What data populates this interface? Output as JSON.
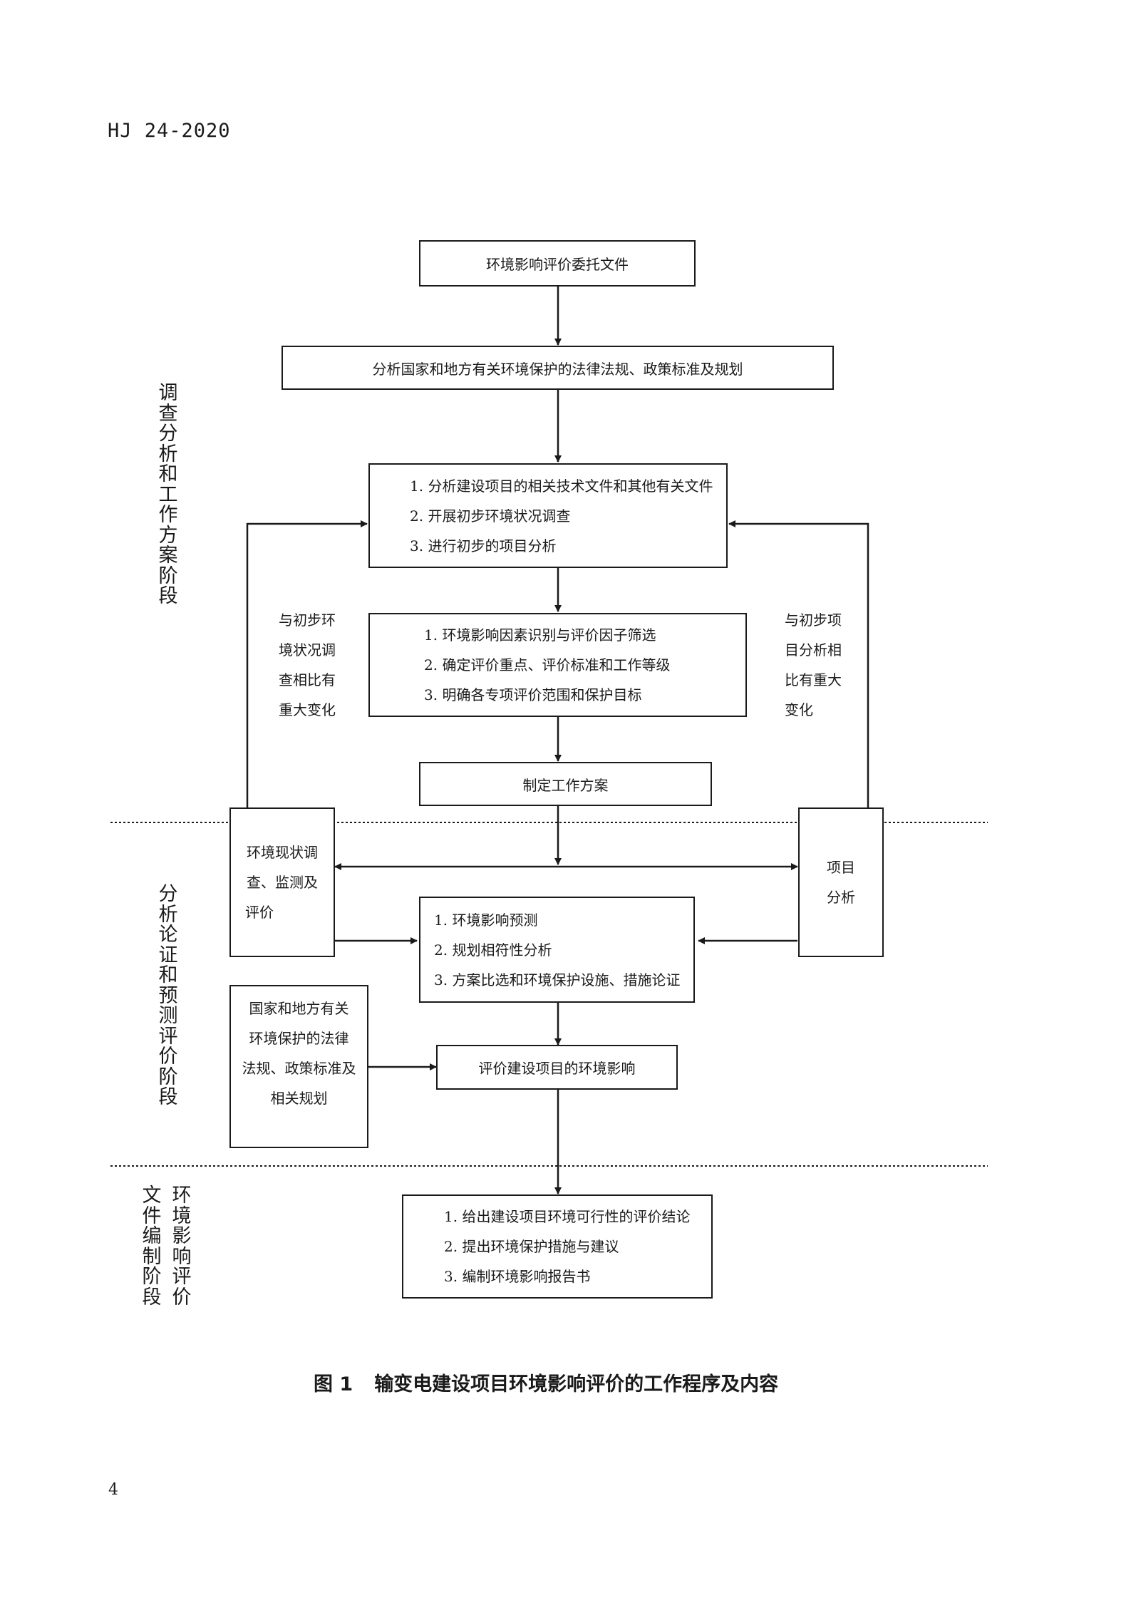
{
  "header": {
    "doc_code": "HJ 24-2020"
  },
  "page_number": "4",
  "stages": {
    "stage1": "调查分析和工作方案阶段",
    "stage2": "分析论证和预测评价阶段",
    "stage3_col_left": "文件编制阶段",
    "stage3_col_right": "环境影响评价"
  },
  "boxes": {
    "commission": "环境影响评价委托文件",
    "regulations": "分析国家和地方有关环境保护的法律法规、政策标准及规划",
    "analysis": [
      "1. 分析建设项目的相关技术文件和其他有关文件",
      "2. 开展初步环境状况调查",
      "3. 进行初步的项目分析"
    ],
    "screening": [
      "1. 环境影响因素识别与评价因子筛选",
      "2. 确定评价重点、评价标准和工作等级",
      "3. 明确各专项评价范围和保护目标"
    ],
    "work_plan": "制定工作方案",
    "env_survey": [
      "环境现状调",
      "查、监测及",
      "评价"
    ],
    "project_analysis": [
      "项目",
      "分析"
    ],
    "prediction": [
      "1. 环境影响预测",
      "2. 规划相符性分析",
      "3. 方案比选和环境保护设施、措施论证"
    ],
    "national_rules": [
      "国家和地方有关",
      "环境保护的法律",
      "法规、政策标准及",
      "相关规划"
    ],
    "evaluate": "评价建设项目的环境影响",
    "conclusion": [
      "1. 给出建设项目环境可行性的评价结论",
      "2. 提出环境保护措施与建议",
      "3. 编制环境影响报告书"
    ]
  },
  "feedback_labels": {
    "left": [
      "与初步环",
      "境状况调",
      "查相比有",
      "重大变化"
    ],
    "right": [
      "与初步项",
      "目分析相",
      "比有重大",
      "变化"
    ]
  },
  "caption": {
    "number": "图 1",
    "title": "输变电建设项目环境影响评价的工作程序及内容"
  }
}
